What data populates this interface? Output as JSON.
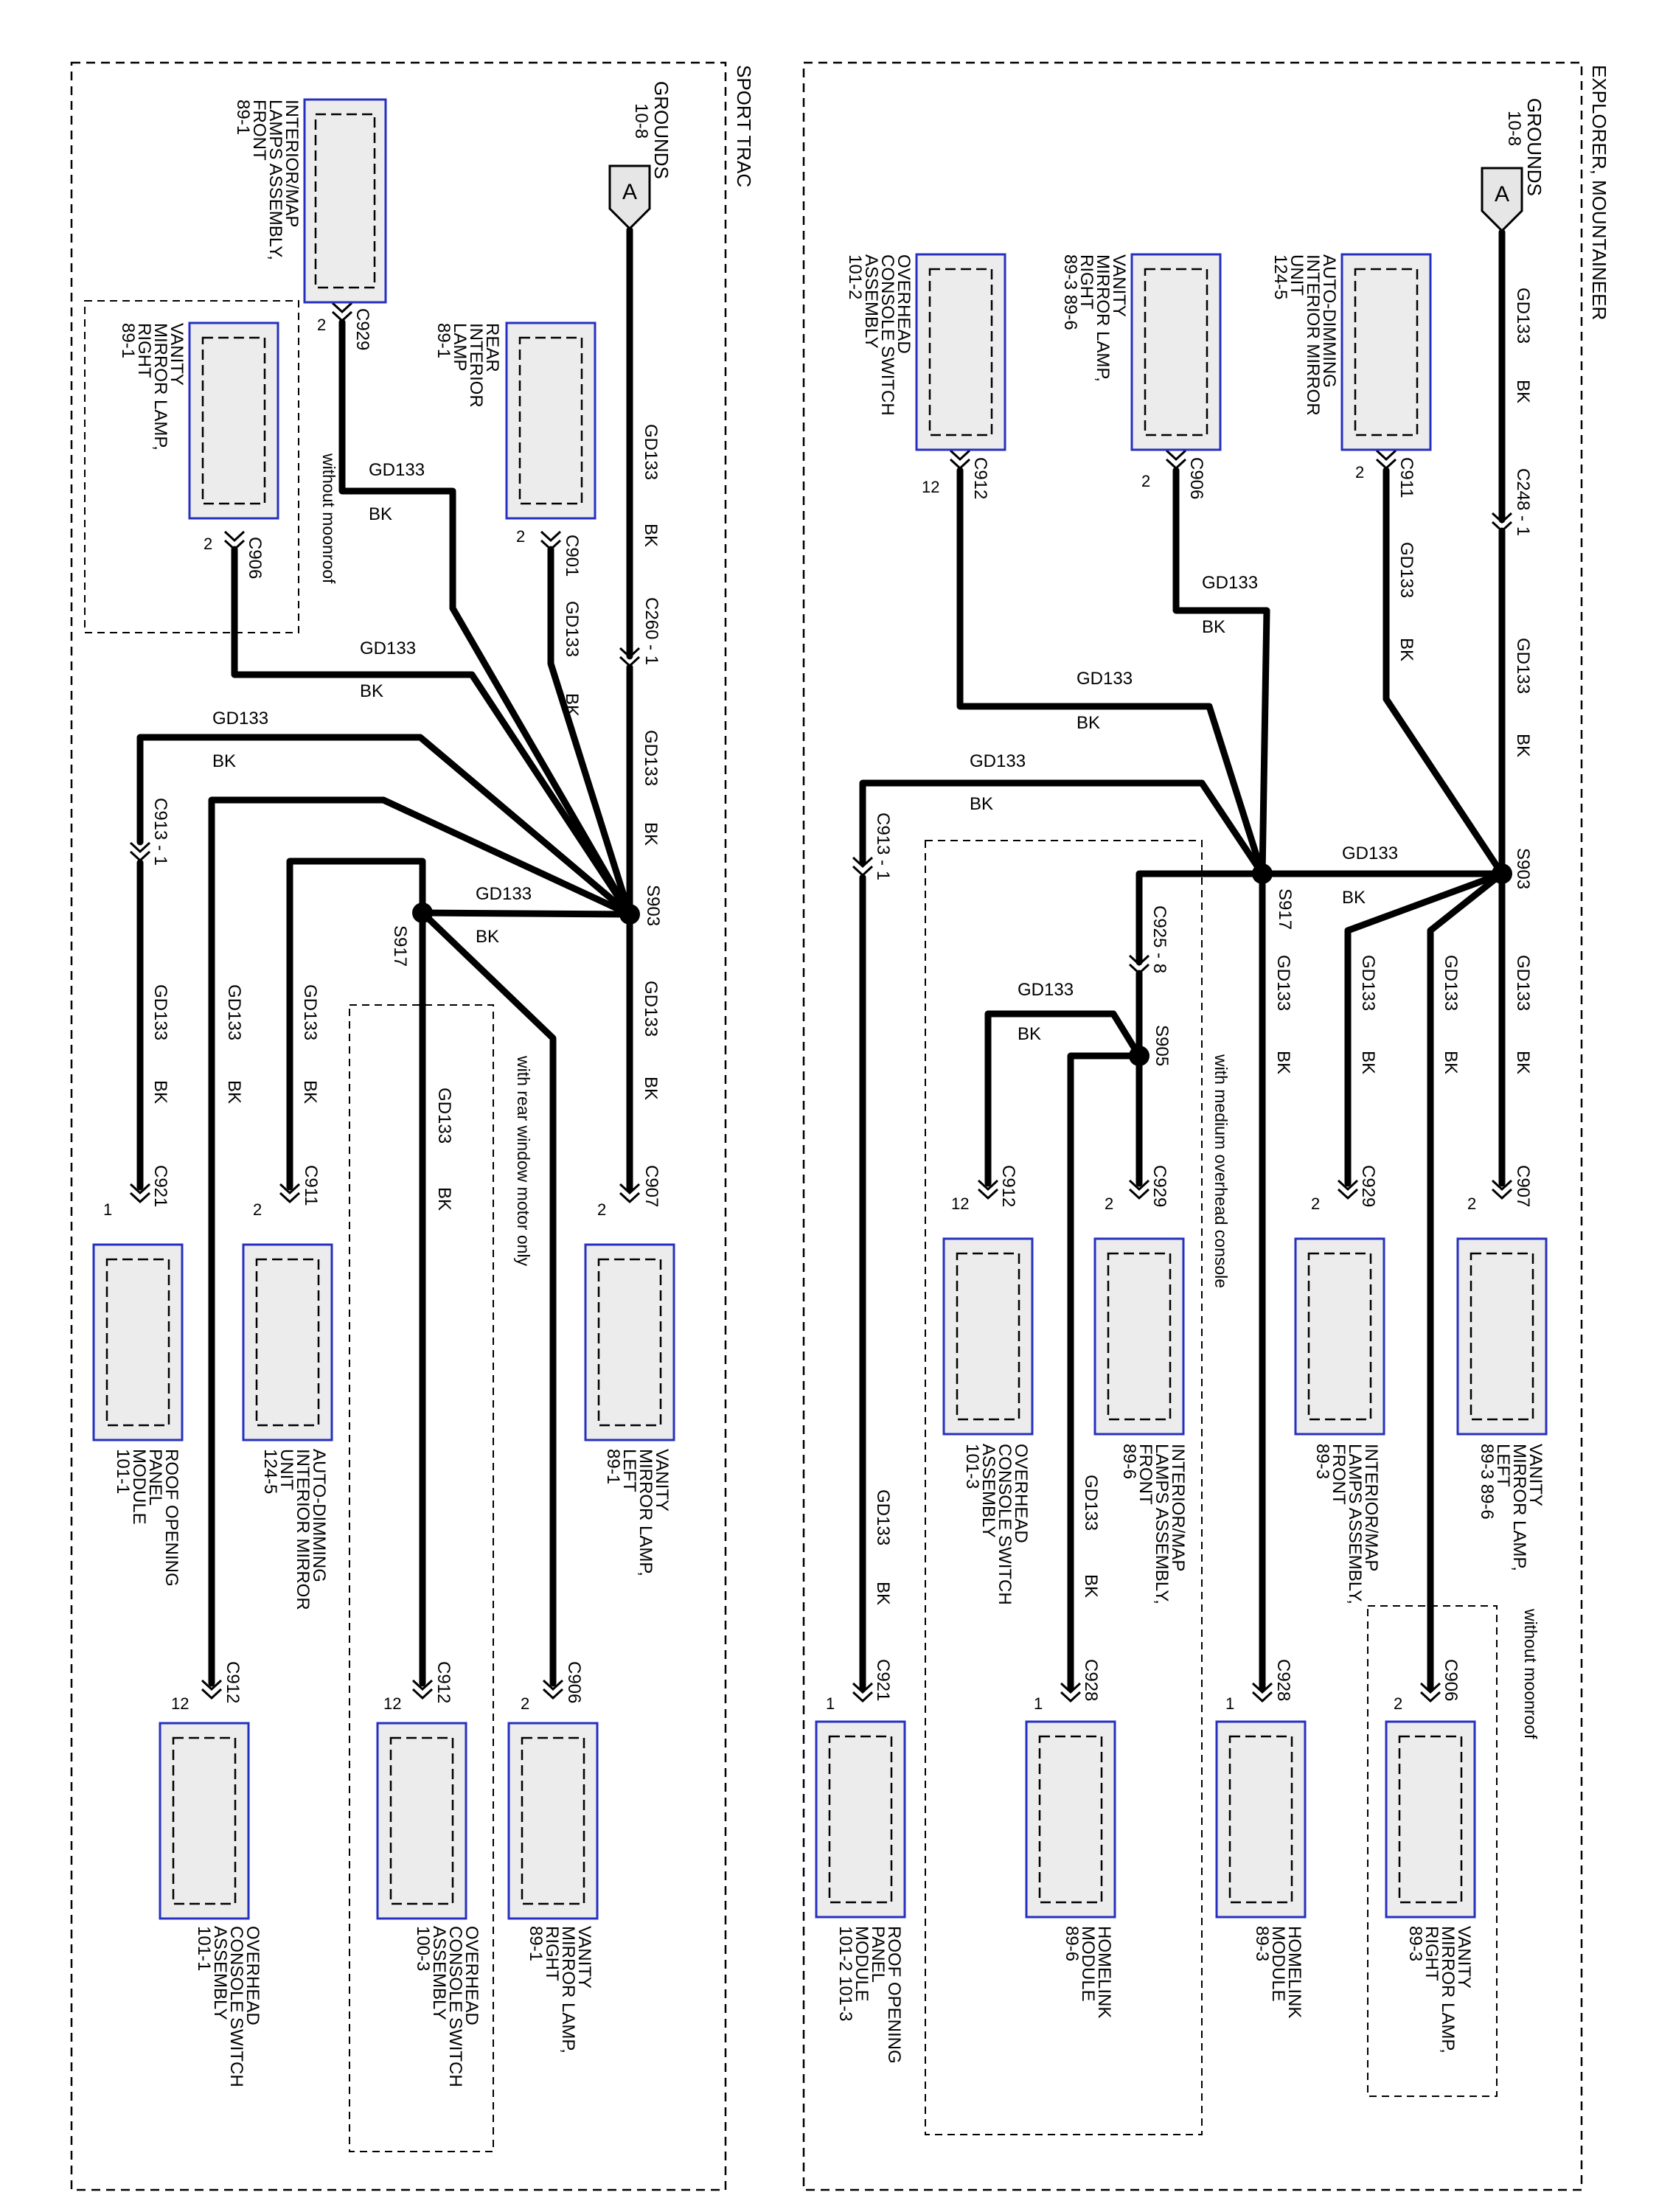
{
  "colors": {
    "component_border": "#2630c0",
    "component_fill": "#ececec",
    "wire": "#000000"
  },
  "icons": {
    "ground": "ground-flag-icon",
    "connector": "connector-chevron-icon",
    "splice": "splice-dot-icon"
  },
  "sport_trac": {
    "title": "SPORT TRAC",
    "ground_label": "GROUNDS",
    "ground_ref": "10-8",
    "ground_letter": "A",
    "option_moonroof": "without moonroof",
    "option_rear_window": "with rear window motor only",
    "wires": [
      {
        "circuit": "GD133",
        "color": "BK"
      },
      {
        "circuit": "GD133",
        "color": "BK"
      },
      {
        "circuit": "GD133",
        "color": "BK"
      },
      {
        "circuit": "GD133",
        "color": "BK"
      },
      {
        "circuit": "GD133",
        "color": "BK"
      },
      {
        "circuit": "GD133",
        "color": "BK"
      },
      {
        "circuit": "GD133",
        "color": "BK"
      },
      {
        "circuit": "GD133",
        "color": "BK"
      },
      {
        "circuit": "GD133",
        "color": "BK"
      },
      {
        "circuit": "GD133",
        "color": "BK"
      },
      {
        "circuit": "GD133",
        "color": "BK"
      },
      {
        "circuit": "GD133",
        "color": "BK"
      }
    ],
    "connectors": [
      {
        "id": "C260",
        "pin": "1"
      },
      {
        "id": "C901",
        "pin": "2"
      },
      {
        "id": "C929",
        "pin": "2"
      },
      {
        "id": "C906",
        "pin": "2"
      },
      {
        "id": "C913",
        "pin": "1"
      },
      {
        "id": "C907",
        "pin": "2"
      },
      {
        "id": "C911",
        "pin": "2"
      },
      {
        "id": "C921",
        "pin": "1"
      },
      {
        "id": "C906",
        "pin": "2"
      },
      {
        "id": "C912",
        "pin": "12"
      },
      {
        "id": "C912",
        "pin": "12"
      }
    ],
    "splices": [
      "S903",
      "S917"
    ],
    "components": [
      {
        "lines": [
          "INTERIOR/MAP",
          "LAMPS ASSEMBLY,",
          "FRONT",
          "89-1"
        ]
      },
      {
        "lines": [
          "REAR",
          "INTERIOR",
          "LAMP",
          "89-1"
        ]
      },
      {
        "lines": [
          "VANITY",
          "MIRROR LAMP,",
          "RIGHT",
          "89-1"
        ]
      },
      {
        "lines": [
          "VANITY",
          "MIRROR LAMP,",
          "LEFT",
          "89-1"
        ]
      },
      {
        "lines": [
          "AUTO-DIMMING",
          "INTERIOR MIRROR",
          "UNIT",
          "124-5"
        ]
      },
      {
        "lines": [
          "ROOF OPENING",
          "PANEL",
          "MODULE",
          "101-1"
        ]
      },
      {
        "lines": [
          "VANITY",
          "MIRROR LAMP,",
          "RIGHT",
          "89-1"
        ]
      },
      {
        "lines": [
          "OVERHEAD",
          "CONSOLE SWITCH",
          "ASSEMBLY",
          "100-3"
        ]
      },
      {
        "lines": [
          "OVERHEAD",
          "CONSOLE SWITCH",
          "ASSEMBLY",
          "101-1"
        ]
      }
    ]
  },
  "explorer": {
    "title": "EXPLORER, MOUNTAINEER",
    "ground_label": "GROUNDS",
    "ground_ref": "10-8",
    "ground_letter": "A",
    "option_moonroof": "without moonroof",
    "option_console": "with medium overhead console",
    "wires": [
      {
        "circuit": "GD133",
        "color": "BK"
      },
      {
        "circuit": "GD133",
        "color": "BK"
      },
      {
        "circuit": "GD133",
        "color": "BK"
      },
      {
        "circuit": "GD133",
        "color": "BK"
      },
      {
        "circuit": "GD133",
        "color": "BK"
      },
      {
        "circuit": "GD133",
        "color": "BK"
      },
      {
        "circuit": "GD133",
        "color": "BK"
      },
      {
        "circuit": "GD133",
        "color": "BK"
      },
      {
        "circuit": "GD133",
        "color": "BK"
      },
      {
        "circuit": "GD133",
        "color": "BK"
      },
      {
        "circuit": "GD133",
        "color": "BK"
      },
      {
        "circuit": "GD133",
        "color": "BK"
      },
      {
        "circuit": "GD133",
        "color": "BK"
      },
      {
        "circuit": "GD133",
        "color": "BK"
      }
    ],
    "connectors": [
      {
        "id": "C248",
        "pin": "1"
      },
      {
        "id": "C911",
        "pin": "2"
      },
      {
        "id": "C906",
        "pin": "2"
      },
      {
        "id": "C912",
        "pin": "12"
      },
      {
        "id": "C913",
        "pin": "1"
      },
      {
        "id": "C925",
        "pin": "8"
      },
      {
        "id": "C907",
        "pin": "2"
      },
      {
        "id": "C929",
        "pin": "2"
      },
      {
        "id": "C929",
        "pin": "2"
      },
      {
        "id": "C912",
        "pin": "12"
      },
      {
        "id": "C906",
        "pin": "2"
      },
      {
        "id": "C928",
        "pin": "1"
      },
      {
        "id": "C928",
        "pin": "1"
      },
      {
        "id": "C921",
        "pin": "1"
      }
    ],
    "splices": [
      "S903",
      "S917",
      "S905"
    ],
    "components": [
      {
        "lines": [
          "AUTO-DIMMING",
          "INTERIOR MIRROR",
          "UNIT",
          "124-5"
        ]
      },
      {
        "lines": [
          "VANITY",
          "MIRROR LAMP,",
          "RIGHT",
          "89-3    89-6"
        ]
      },
      {
        "lines": [
          "OVERHEAD",
          "CONSOLE SWITCH",
          "ASSEMBLY",
          "101-2"
        ]
      },
      {
        "lines": [
          "VANITY",
          "MIRROR LAMP,",
          "LEFT",
          "89-3    89-6"
        ]
      },
      {
        "lines": [
          "INTERIOR/MAP",
          "LAMPS ASSEMBLY,",
          "FRONT",
          "89-3"
        ]
      },
      {
        "lines": [
          "INTERIOR/MAP",
          "LAMPS ASSEMBLY,",
          "FRONT",
          "89-6"
        ]
      },
      {
        "lines": [
          "OVERHEAD",
          "CONSOLE SWITCH",
          "ASSEMBLY",
          "101-3"
        ]
      },
      {
        "lines": [
          "VANITY",
          "MIRROR LAMP,",
          "RIGHT",
          "89-3"
        ]
      },
      {
        "lines": [
          "HOMELINK",
          "MODULE",
          "89-3"
        ]
      },
      {
        "lines": [
          "HOMELINK",
          "MODULE",
          "89-6"
        ]
      },
      {
        "lines": [
          "ROOF OPENING",
          "PANEL",
          "MODULE",
          "101-2    101-3"
        ]
      }
    ]
  }
}
